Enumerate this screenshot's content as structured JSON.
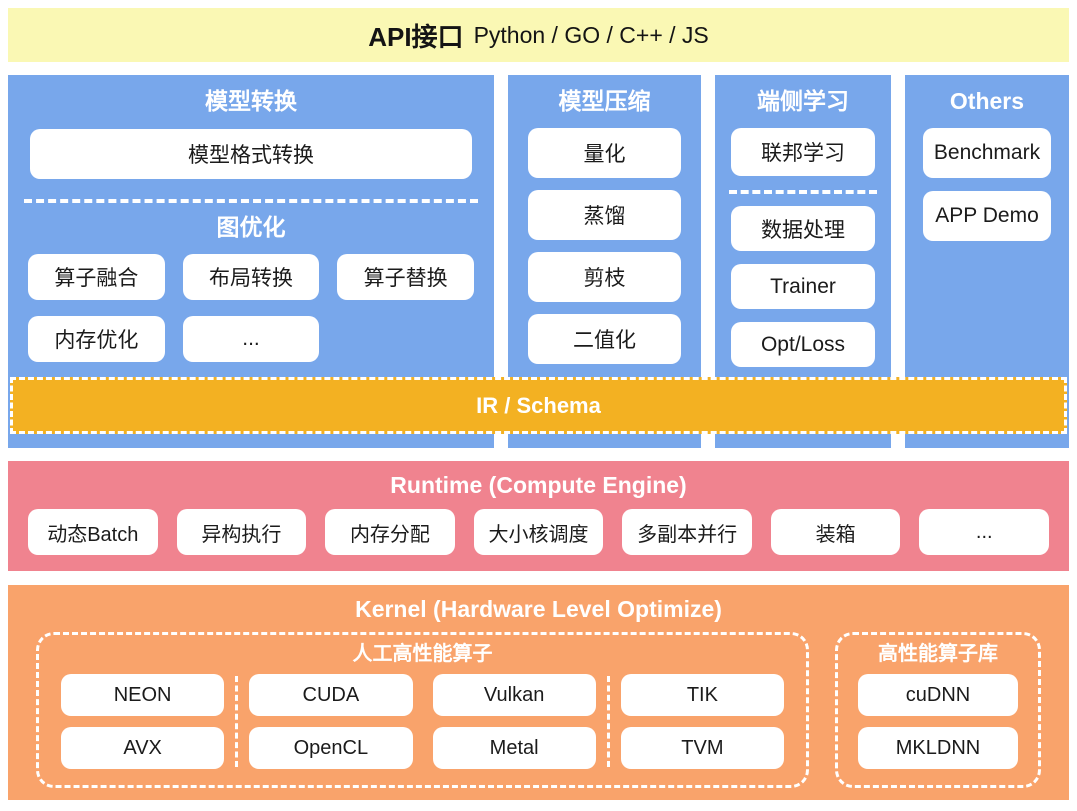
{
  "banner": {
    "bold": "API接口",
    "rest": "Python / GO / C++ / JS"
  },
  "layers": {
    "conversion": {
      "title": "模型转换",
      "format_box": "模型格式转换",
      "graph_opt": {
        "title": "图优化",
        "row1": [
          "算子融合",
          "布局转换",
          "算子替换"
        ],
        "row2": [
          "内存优化",
          "..."
        ]
      }
    },
    "compression": {
      "title": "模型压缩",
      "items": [
        "量化",
        "蒸馏",
        "剪枝",
        "二值化"
      ]
    },
    "on_device_learning": {
      "title": "端侧学习",
      "top_item": "联邦学习",
      "items": [
        "数据处理",
        "Trainer",
        "Opt/Loss"
      ]
    },
    "others": {
      "title": "Others",
      "items": [
        "Benchmark",
        "APP Demo"
      ]
    },
    "ir_bar": {
      "label": "IR / Schema"
    },
    "runtime": {
      "title": "Runtime (Compute Engine)",
      "items": [
        "动态Batch",
        "异构执行",
        "内存分配",
        "大小核调度",
        "多副本并行",
        "装箱",
        "..."
      ]
    },
    "kernel": {
      "title": "Kernel (Hardware Level Optimize)",
      "handcrafted": {
        "title": "人工高性能算子",
        "cpu_group": [
          "NEON",
          "AVX"
        ],
        "gpu_group_col1": [
          "CUDA",
          "OpenCL"
        ],
        "gpu_group_col2": [
          "Vulkan",
          "Metal"
        ],
        "npu_group": [
          "TIK",
          "TVM"
        ]
      },
      "library": {
        "title": "高性能算子库",
        "items": [
          "cuDNN",
          "MKLDNN"
        ]
      }
    }
  },
  "colors": {
    "banner_bg": "#FAF8B4",
    "tools_blue": "#78A7EB",
    "ir_gold": "#F3B122",
    "runtime_pink": "#F0838F",
    "kernel_orange": "#F9A36B",
    "box_white": "#FFFFFF"
  }
}
